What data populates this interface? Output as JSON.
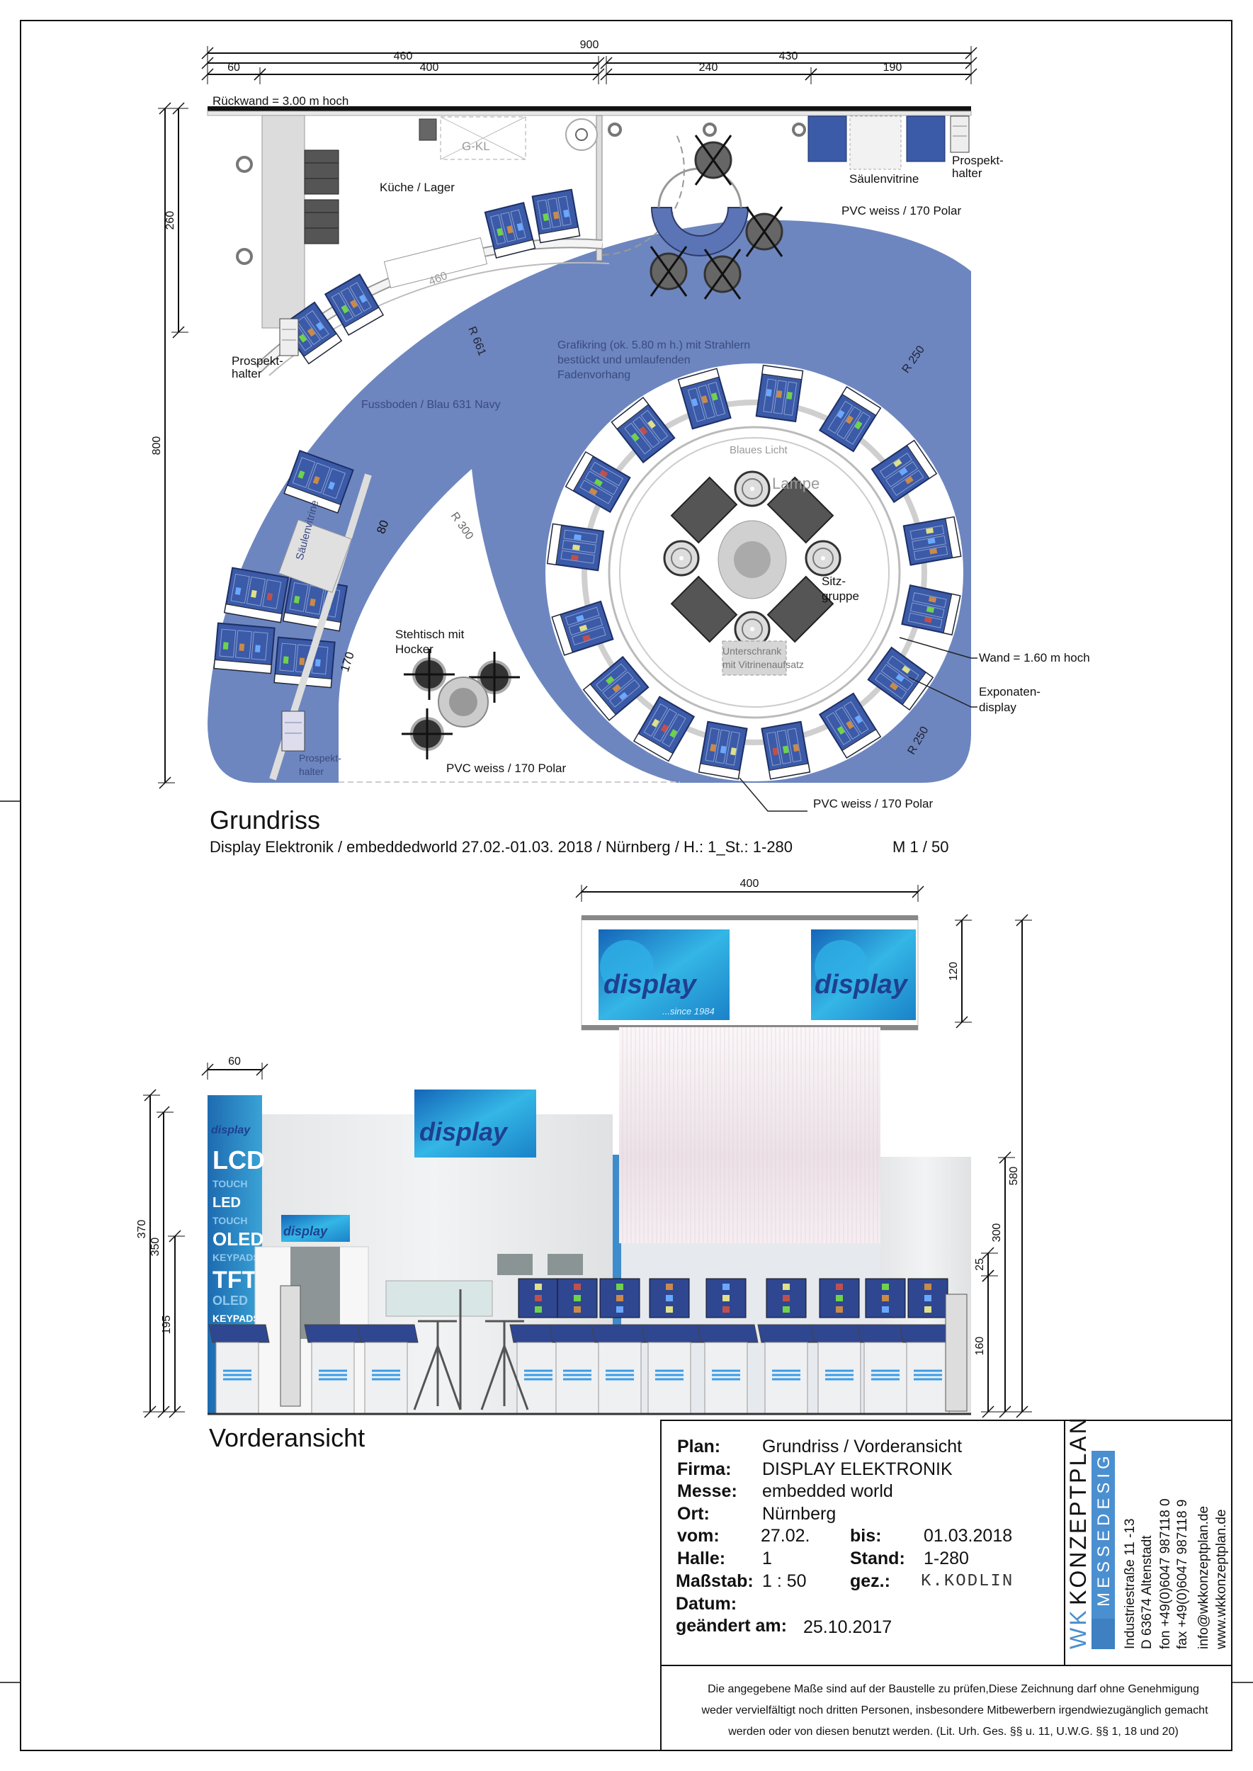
{
  "floorplan": {
    "dimensions": {
      "total_width": "900",
      "left": "460",
      "right": "430",
      "d60": "60",
      "d400": "400",
      "d240": "240",
      "d190": "190",
      "depth": "800",
      "kitchen_depth": "260"
    },
    "labels": {
      "back_wall": "Rückwand = 3.00 m hoch",
      "kitchen": "Küche / Lager",
      "gkl": "G-KL",
      "showcase_top": "Säulenvitrine",
      "brochure_top_1": "Prospekt-",
      "brochure_top_2": "halter",
      "pvc_top": "PVC weiss / 170 Polar",
      "brochure_left_1": "Prospekt-",
      "brochure_left_2": "halter",
      "arc_460": "460",
      "r661": "R 661",
      "graphic_ring_1": "Grafikring (ok. 5.80 m h.) mit Strahlern",
      "graphic_ring_2": "bestückt und umlaufenden",
      "graphic_ring_3": "Fadenvorhang",
      "r250_top": "R 250",
      "floor": "Fussboden / Blau 631 Navy",
      "blue_light": "Blaues Licht",
      "lamp": "Lampe",
      "showcase_left": "Säulenvitrine",
      "d80": "80",
      "r300": "R 300",
      "seating_1": "Sitz-",
      "seating_2": "gruppe",
      "standing_table_1": "Stehtisch mit",
      "standing_table_2": "Hocker",
      "cabinet_1": "Unterschrank",
      "cabinet_2": "mit Vitrinenaufsatz",
      "wall_height": "Wand = 1.60 m hoch",
      "exhibit_1": "Exponaten-",
      "exhibit_2": "display",
      "d170": "170",
      "brochure_bottom_1": "Prospekt-",
      "brochure_bottom_2": "halter",
      "pvc_bottom": "PVC weiss / 170 Polar",
      "r250_bottom": "R 250",
      "pvc_outside": "PVC weiss / 170 Polar"
    },
    "title": "Grundriss",
    "subtitle": "Display Elektronik /  embeddedworld 27.02.-01.03. 2018 / Nürnberg / H.: 1_St.: 1-280",
    "scale": "M 1 / 50"
  },
  "elevation": {
    "title": "Vorderansicht",
    "dimensions": {
      "banner_width": "400",
      "column_width": "60",
      "h370": "370",
      "h350": "350",
      "h195": "195",
      "h120": "120",
      "h580": "580",
      "h300": "300",
      "h25": "25",
      "h160": "160"
    },
    "logo_text": "display",
    "logo_tagline": "...since 1984",
    "column_words": [
      "LCD",
      "TOUCH",
      "LED",
      "TOUCH",
      "OLED",
      "KEYPADS",
      "TFT",
      "OLED",
      "KEYPADS"
    ]
  },
  "title_block": {
    "plan_label": "Plan:",
    "plan": "Grundriss / Vorderansicht",
    "firma_label": "Firma:",
    "firma": "DISPLAY ELEKTRONIK",
    "messe_label": "Messe:",
    "messe": "embedded world",
    "ort_label": "Ort:",
    "ort": "Nürnberg",
    "vom_label": "vom:",
    "vom": "27.02.",
    "bis_label": "bis:",
    "bis": "01.03.2018",
    "halle_label": "Halle:",
    "halle": "1",
    "stand_label": "Stand:",
    "stand": "1-280",
    "massstab_label": "Maßstab:",
    "massstab": "1 : 50",
    "gez_label": "gez.:",
    "gez": "K.KODLIN",
    "datum_label": "Datum:",
    "geaendert_label": "geändert am:",
    "geaendert": "25.10.2017",
    "disclaimer": [
      "Die angegebene Maße sind auf der Baustelle zu prüfen,Diese Zeichnung darf ohne Genehmigung",
      "weder vervielfältigt noch dritten Personen, insbesondere Mitbewerbern irgendwiezugänglich gemacht",
      "werden oder von diesen benutzt werden.  (Lit. Urh. Ges. §§ u. 11, U.W.G. §§ 1, 18 und 20)"
    ]
  },
  "company": {
    "name_wk": "WK",
    "name": "KONZEPTPLAN",
    "tagline": "MESSEDESIGN",
    "street": "Industriestraße 11 -13",
    "city": "D 63674 Altenstadt",
    "phone": "fon +49(0)6047 987118 0",
    "fax": "fax +49(0)6047 987118 9",
    "email": "info@wkkonzeptplan.de",
    "web": "www.wkkonzeptplan.de"
  },
  "colors": {
    "floor_blue": "#6d86bf",
    "display_blue": "#3b5aa8",
    "brand_blue": "#4a8fd0",
    "logo_cyan": "#1aa0d8"
  }
}
